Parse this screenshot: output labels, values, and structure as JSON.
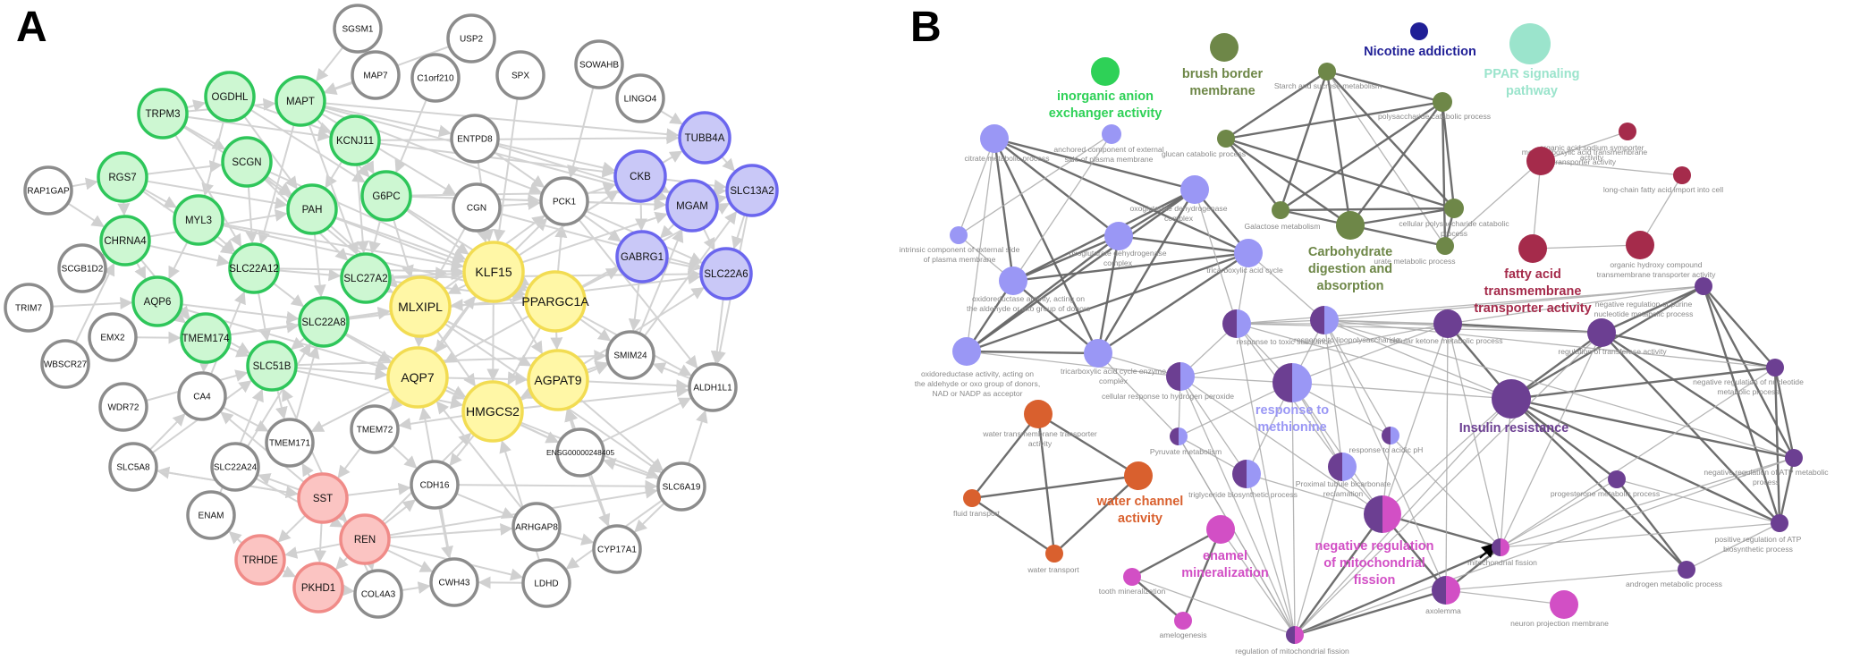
{
  "panels": [
    {
      "letter": "A"
    },
    {
      "letter": "B"
    }
  ],
  "colors": {
    "green_fill": "#cdf7d2",
    "green_stroke": "#2ec65a",
    "blue_fill": "#c9c8f7",
    "blue_stroke": "#6b66ee",
    "yellow_fill": "#fff7a6",
    "yellow_stroke": "#f2dc52",
    "red_fill": "#fbc4c2",
    "red_stroke": "#f08b88",
    "grey_fill": "#ffffff",
    "grey_stroke": "#8c8c8c",
    "periwinkle": "#9a97f5",
    "olive": "#6e8748",
    "crimson": "#a52b4b",
    "violet": "#6c3f92",
    "orange": "#d9602e",
    "magenta": "#d24fc5",
    "green_cluster": "#2ed157",
    "navy": "#201f96",
    "mint": "#9be4cc"
  },
  "network_a": {
    "nodes": [
      {
        "id": "SGSM1",
        "group": "grey"
      },
      {
        "id": "USP2",
        "group": "grey"
      },
      {
        "id": "MAP7",
        "group": "grey"
      },
      {
        "id": "C1orf210",
        "group": "grey"
      },
      {
        "id": "SPX",
        "group": "grey"
      },
      {
        "id": "SOWAHB",
        "group": "grey"
      },
      {
        "id": "LINGO4",
        "group": "grey"
      },
      {
        "id": "OGDHL",
        "group": "green"
      },
      {
        "id": "MAPT",
        "group": "green"
      },
      {
        "id": "TRPM3",
        "group": "green"
      },
      {
        "id": "KCNJ11",
        "group": "green"
      },
      {
        "id": "ENTPD8",
        "group": "grey"
      },
      {
        "id": "TUBB4A",
        "group": "blue"
      },
      {
        "id": "RGS7",
        "group": "green"
      },
      {
        "id": "SCGN",
        "group": "green"
      },
      {
        "id": "CKB",
        "group": "blue"
      },
      {
        "id": "SLC13A2",
        "group": "blue"
      },
      {
        "id": "RAP1GAP",
        "group": "grey"
      },
      {
        "id": "G6PC",
        "group": "green"
      },
      {
        "id": "MYL3",
        "group": "green"
      },
      {
        "id": "PAH",
        "group": "green"
      },
      {
        "id": "CGN",
        "group": "grey"
      },
      {
        "id": "PCK1",
        "group": "grey"
      },
      {
        "id": "MGAM",
        "group": "blue"
      },
      {
        "id": "CHRNA4",
        "group": "green"
      },
      {
        "id": "SCGB1D2",
        "group": "grey"
      },
      {
        "id": "GABRG1",
        "group": "blue"
      },
      {
        "id": "SLC22A6",
        "group": "blue"
      },
      {
        "id": "SLC22A12",
        "group": "green"
      },
      {
        "id": "SLC27A2",
        "group": "green"
      },
      {
        "id": "KLF15",
        "group": "yellow"
      },
      {
        "id": "TRIM7",
        "group": "grey"
      },
      {
        "id": "AQP6",
        "group": "green"
      },
      {
        "id": "MLXIPL",
        "group": "yellow"
      },
      {
        "id": "PPARGC1A",
        "group": "yellow"
      },
      {
        "id": "SLC22A8",
        "group": "green"
      },
      {
        "id": "EMX2",
        "group": "grey"
      },
      {
        "id": "TMEM174",
        "group": "green"
      },
      {
        "id": "WBSCR27",
        "group": "grey"
      },
      {
        "id": "SLC51B",
        "group": "green"
      },
      {
        "id": "SMIM24",
        "group": "grey"
      },
      {
        "id": "AQP7",
        "group": "yellow"
      },
      {
        "id": "AGPAT9",
        "group": "yellow"
      },
      {
        "id": "ALDH1L1",
        "group": "grey"
      },
      {
        "id": "CA4",
        "group": "grey"
      },
      {
        "id": "WDR72",
        "group": "grey"
      },
      {
        "id": "HMGCS2",
        "group": "yellow"
      },
      {
        "id": "TMEM72",
        "group": "grey"
      },
      {
        "id": "TMEM171",
        "group": "grey"
      },
      {
        "id": "ENSG00000248405",
        "group": "grey"
      },
      {
        "id": "SLC5A8",
        "group": "grey"
      },
      {
        "id": "SLC22A24",
        "group": "grey"
      },
      {
        "id": "CDH16",
        "group": "grey"
      },
      {
        "id": "SLC6A19",
        "group": "grey"
      },
      {
        "id": "SST",
        "group": "red"
      },
      {
        "id": "ENAM",
        "group": "grey"
      },
      {
        "id": "ARHGAP8",
        "group": "grey"
      },
      {
        "id": "REN",
        "group": "red"
      },
      {
        "id": "CYP17A1",
        "group": "grey"
      },
      {
        "id": "TRHDE",
        "group": "red"
      },
      {
        "id": "CWH43",
        "group": "grey"
      },
      {
        "id": "LDHD",
        "group": "grey"
      },
      {
        "id": "PKHD1",
        "group": "red"
      },
      {
        "id": "COL4A3",
        "group": "grey"
      }
    ]
  },
  "network_b": {
    "clusters": [
      {
        "id": "inorganic",
        "label": [
          "inorganic anion",
          "exchanger activity"
        ],
        "color_key": "green_cluster"
      },
      {
        "id": "brush",
        "label": [
          "brush border",
          "membrane"
        ],
        "color_key": "olive"
      },
      {
        "id": "nicotine",
        "label": [
          "Nicotine addiction"
        ],
        "color_key": "navy"
      },
      {
        "id": "ppar",
        "label": [
          "PPAR signaling",
          "pathway"
        ],
        "color_key": "mint"
      },
      {
        "id": "carb",
        "label": [
          "Carbohydrate",
          "digestion and",
          "absorption"
        ],
        "color_key": "olive"
      },
      {
        "id": "fatty",
        "label": [
          "fatty acid",
          "transmembrane",
          "transporter activity"
        ],
        "color_key": "crimson"
      },
      {
        "id": "methionine",
        "label": [
          "response to",
          "methionine"
        ],
        "color_key": "periwinkle"
      },
      {
        "id": "insulin",
        "label": [
          "Insulin resistance"
        ],
        "color_key": "violet"
      },
      {
        "id": "water",
        "label": [
          "water channel",
          "activity"
        ],
        "color_key": "orange"
      },
      {
        "id": "enamel",
        "label": [
          "enamel",
          "mineralization"
        ],
        "color_key": "magenta"
      },
      {
        "id": "mito",
        "label": [
          "negative regulation",
          "of mitochondrial",
          "fission"
        ],
        "color_key": "magenta"
      }
    ],
    "terms": [
      {
        "id": "t_citrate",
        "label": [
          "citrate metabolic process"
        ]
      },
      {
        "id": "t_anchored",
        "label": [
          "anchored component of external",
          "side of plasma membrane"
        ]
      },
      {
        "id": "t_starch",
        "label": [
          "Starch and sucrose metabolism"
        ]
      },
      {
        "id": "t_polysac",
        "label": [
          "polysaccharide catabolic process"
        ]
      },
      {
        "id": "t_glucan",
        "label": [
          "glucan catabolic process"
        ]
      },
      {
        "id": "t_oxodep",
        "label": [
          "oxoglutarate dehydrogenase",
          "complex"
        ]
      },
      {
        "id": "t_intrinsic",
        "label": [
          "intrinsic component of external side",
          "of plasma membrane"
        ]
      },
      {
        "id": "t_oxodehydro",
        "label": [
          "oxoglutarate dehydrogenase",
          "complex"
        ]
      },
      {
        "id": "t_tricarb",
        "label": [
          "tricarboxylic acid cycle"
        ]
      },
      {
        "id": "t_galactose",
        "label": [
          "Galactose metabolism"
        ]
      },
      {
        "id": "t_cellpoly",
        "label": [
          "cellular polysaccharide catabolic",
          "process"
        ]
      },
      {
        "id": "t_urate",
        "label": [
          "urate metabolic process"
        ]
      },
      {
        "id": "t_oxred1",
        "label": [
          "oxidoreductase activity, acting on",
          "the aldehyde or oxo group of donors"
        ]
      },
      {
        "id": "t_oxred2",
        "label": [
          "oxidoreductase activity, acting on",
          "the aldehyde or oxo group of donors,",
          "NAD or NADP as acceptor"
        ]
      },
      {
        "id": "t_tcaenz",
        "label": [
          "tricarboxylic acid cycle enzyme",
          "complex"
        ]
      },
      {
        "id": "t_resptox",
        "label": [
          "response to toxic substance"
        ]
      },
      {
        "id": "t_cellresp",
        "label": [
          "cellular response to hydrogen peroxide"
        ]
      },
      {
        "id": "t_pyruvate",
        "label": [
          "Pyruvate metabolism"
        ]
      },
      {
        "id": "t_trigly",
        "label": [
          "triglyceride biosynthetic process"
        ]
      },
      {
        "id": "t_proximal",
        "label": [
          "Proximal tubule bicarbonate",
          "reclamation"
        ]
      },
      {
        "id": "t_acidic",
        "label": [
          "response to acidic pH"
        ]
      },
      {
        "id": "t_lipopoly",
        "label": [
          "response to lipopolysaccharide"
        ]
      },
      {
        "id": "t_cellketone",
        "label": [
          "cellular ketone metabolic process"
        ]
      },
      {
        "id": "t_monocarb",
        "label": [
          "monocarboxylic acid transmembrane",
          "transporter activity"
        ]
      },
      {
        "id": "t_organicsym",
        "label": [
          "organic acid:sodium symporter",
          "activity"
        ]
      },
      {
        "id": "t_longchain",
        "label": [
          "long-chain fatty acid import into cell"
        ]
      },
      {
        "id": "t_organichyd",
        "label": [
          "organic hydroxy compound",
          "transmembrane transporter activity"
        ]
      },
      {
        "id": "t_negpurine",
        "label": [
          "negative regulation of purine",
          "nucleotide metabolic process"
        ]
      },
      {
        "id": "t_negnuc",
        "label": [
          "negative regulation of nucleotide",
          "metabolic process"
        ]
      },
      {
        "id": "t_regtrans",
        "label": [
          "regulation of transferase activity"
        ]
      },
      {
        "id": "t_negatp",
        "label": [
          "negative regulation of ATP metabolic",
          "process"
        ]
      },
      {
        "id": "t_progest",
        "label": [
          "progesterone metabolic process"
        ]
      },
      {
        "id": "t_posatp",
        "label": [
          "positive regulation of ATP",
          "biosynthetic process"
        ]
      },
      {
        "id": "t_mitofiss",
        "label": [
          "mitochondrial fission"
        ]
      },
      {
        "id": "t_androgen",
        "label": [
          "androgen metabolic process"
        ]
      },
      {
        "id": "t_axolemma",
        "label": [
          "axolemma"
        ]
      },
      {
        "id": "t_neuronproj",
        "label": [
          "neuron projection membrane"
        ]
      },
      {
        "id": "t_regmito",
        "label": [
          "regulation of mitochondrial fission"
        ]
      },
      {
        "id": "t_watertm",
        "label": [
          "water transmembrane transporter",
          "activity"
        ]
      },
      {
        "id": "t_fluid",
        "label": [
          "fluid transport"
        ]
      },
      {
        "id": "t_water",
        "label": [
          "water transport"
        ]
      },
      {
        "id": "t_tooth",
        "label": [
          "tooth mineralization"
        ]
      },
      {
        "id": "t_amelo",
        "label": [
          "amelogenesis"
        ]
      }
    ]
  }
}
